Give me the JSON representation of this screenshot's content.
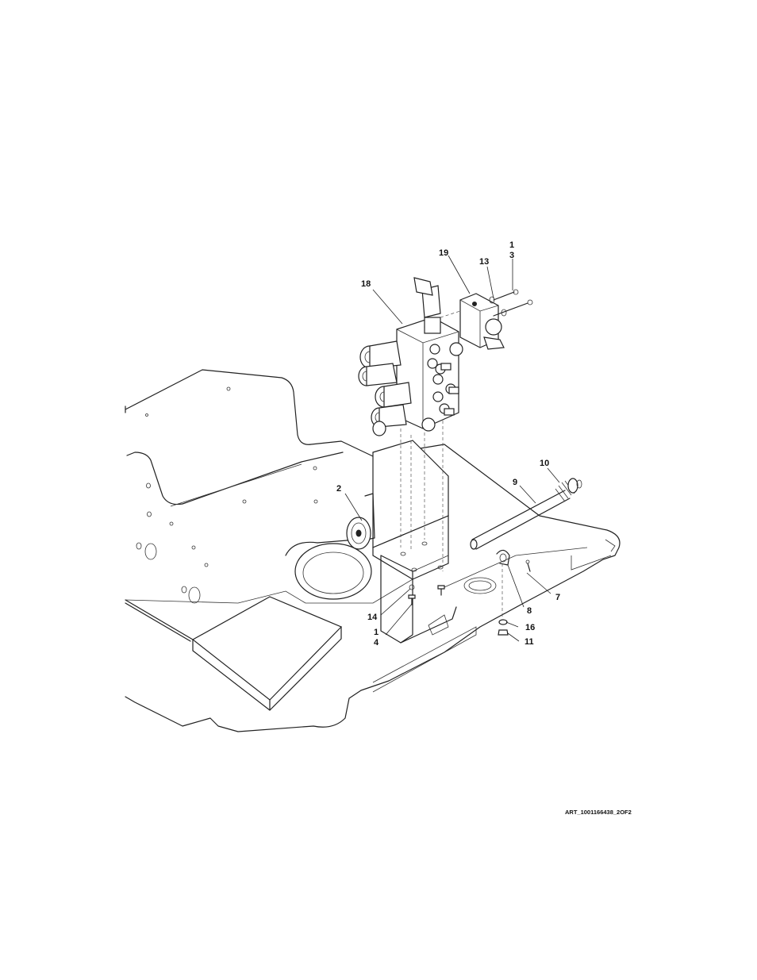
{
  "callouts": {
    "c1a": "1",
    "c3": "3",
    "c19": "19",
    "c13": "13",
    "c18": "18",
    "c10": "10",
    "c9": "9",
    "c2": "2",
    "c7": "7",
    "c8": "8",
    "c14": "14",
    "c1b": "1",
    "c4": "4",
    "c16": "16",
    "c11": "11"
  },
  "art_id": "ART_1001166438_2OF2"
}
